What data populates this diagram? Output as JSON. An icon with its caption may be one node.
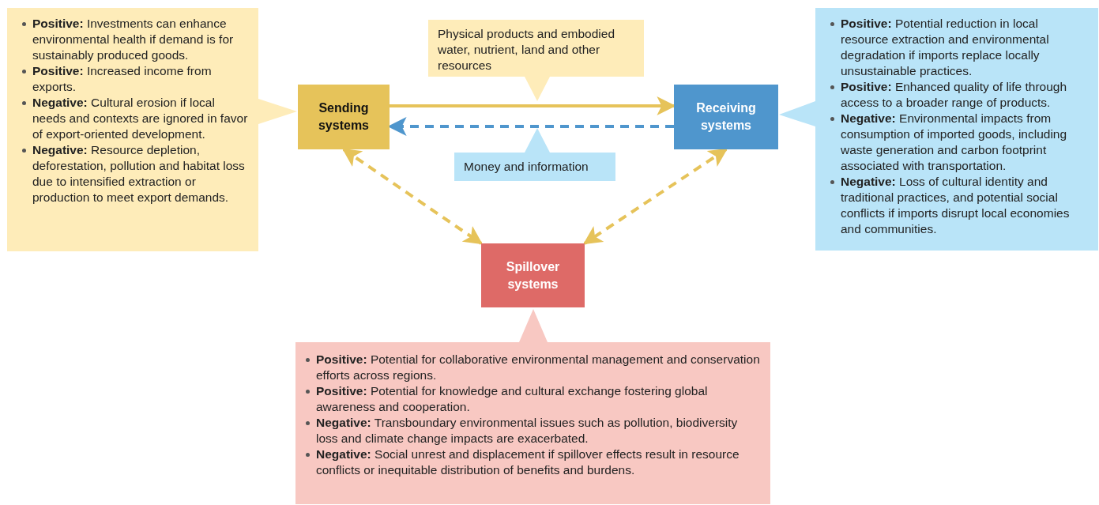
{
  "diagram": {
    "nodes": [
      {
        "text": [
          "Sending systems"
        ]
      },
      {
        "text": [
          "Receiving systems"
        ]
      },
      {
        "text": [
          "Spillover systems"
        ]
      },
      {
        "text": [
          "**Positive:** Investments can enhance environmental health if demand is for sustainably produced goods.",
          "**Positive:** Increased income from exports.",
          "**Negative:** Cultural erosion if local needs and contexts are ignored in favor of export-oriented development.",
          "**Negative:** Resource depletion, deforestation, pollution and habitat loss due to intensified extraction or production to meet export demands."
        ]
      },
      {
        "text": [
          "**Positive:** Potential reduction in local resource extraction and environmental degradation if imports replace locally unsustainable practices.",
          "**Positive:** Enhanced quality of life through access to a broader range of products.",
          "**Negative:** Environmental impacts from consumption of imported goods, including waste generation and carbon footprint associated with transportation.",
          "**Negative:** Loss of cultural identity and traditional practices, and potential social conflicts if imports disrupt local economies and communities."
        ]
      },
      {
        "text": [
          "**Positive:** Potential for collaborative environmental management and conservation efforts across regions.",
          "**Positive:** Potential for knowledge and cultural exchange fostering global awareness and cooperation.",
          "**Negative:** Transboundary environmental issues such as pollution, biodiversity loss and climate change impacts are exacerbated.",
          "**Negative:** Social unrest and displacement if spillover effects result in resource conflicts or inequitable distribution of benefits and burdens."
        ]
      },
      {
        "text": [
          "Physical products and embodied water, nutrient, land and other resources"
        ]
      },
      {
        "text": [
          "Money and information"
        ]
      }
    ],
    "edges": [
      {
        "from": 0,
        "to": 1,
        "arrow": "to"
      },
      {
        "from": 1,
        "to": 0,
        "arrow": "to",
        "style": "dashed",
        "color": "#4f96cd"
      },
      {
        "from": 0,
        "to": 2,
        "arrow": "both",
        "style": "dashed"
      },
      {
        "from": 1,
        "to": 2,
        "arrow": "both",
        "style": "dashed"
      }
    ]
  }
}
